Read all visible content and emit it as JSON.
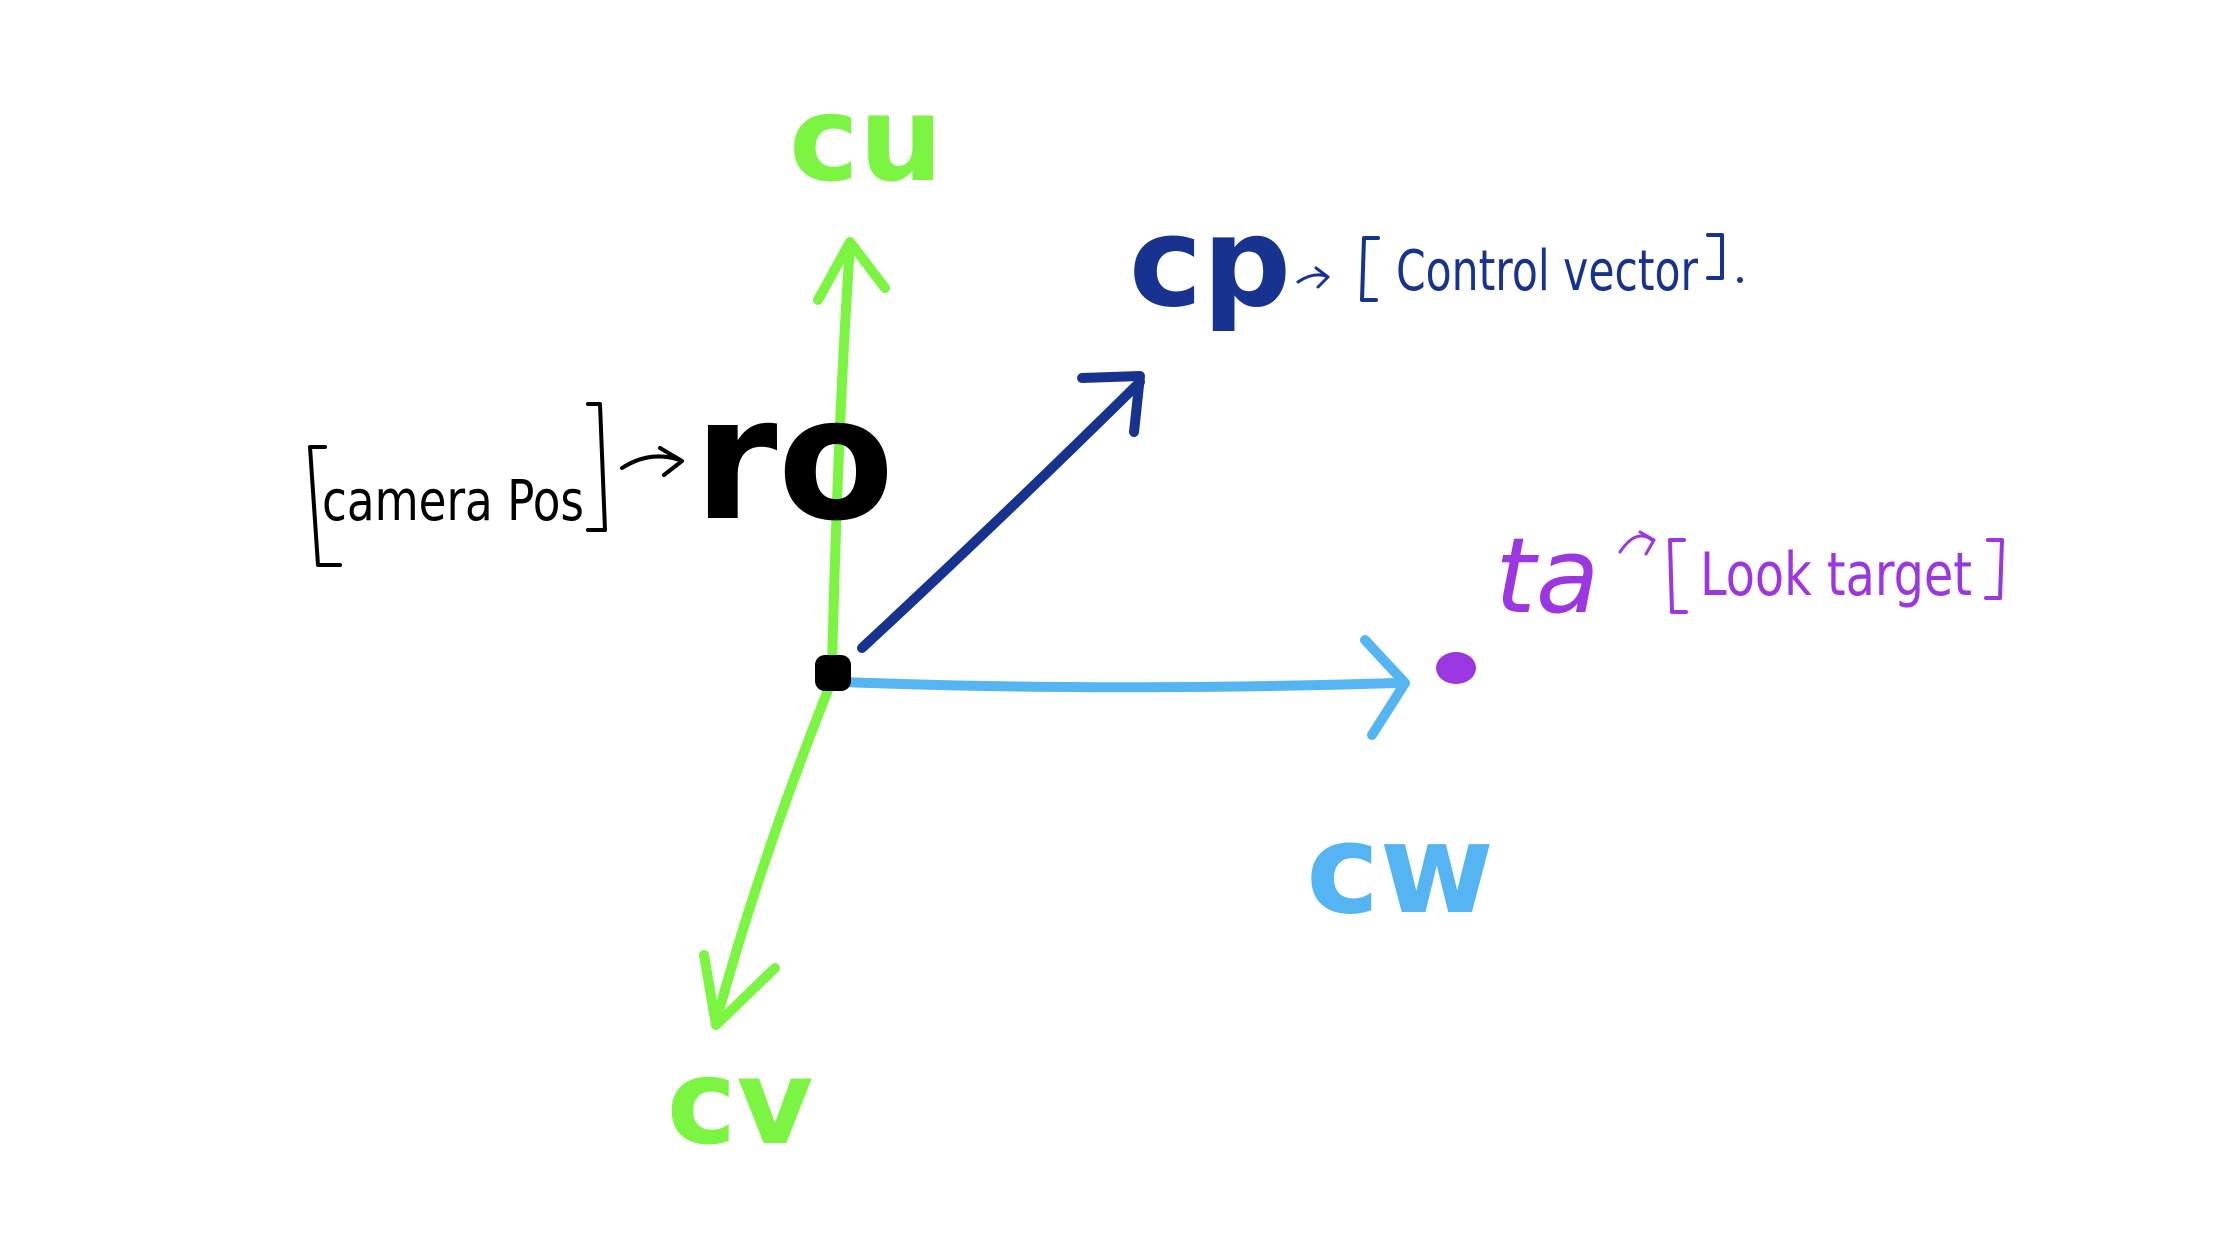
{
  "diagram": {
    "labels": {
      "cu": "cu",
      "cv": "cv",
      "cw": "cw",
      "cp": "cp",
      "ro": "ro",
      "ta": "ta"
    },
    "notes": {
      "camera_pos": "camera Pos",
      "control_vector": "Control vector",
      "look_target": "Look target"
    }
  },
  "colors": {
    "cu_cv": "#7cf542",
    "cw": "#55b5f2",
    "cp": "#17338f",
    "ta": "#9b36e0",
    "ro": "#000000",
    "background": "#ffffff"
  }
}
